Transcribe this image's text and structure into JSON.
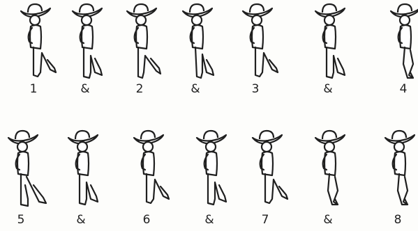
{
  "row1": {
    "counts": [
      "1",
      "&",
      "2",
      "&",
      "3",
      "&",
      "4"
    ]
  },
  "row2": {
    "counts": [
      "5",
      "&",
      "6",
      "&",
      "7",
      "&",
      "8"
    ]
  },
  "figure_icon": "cowboy-dancer-icon"
}
